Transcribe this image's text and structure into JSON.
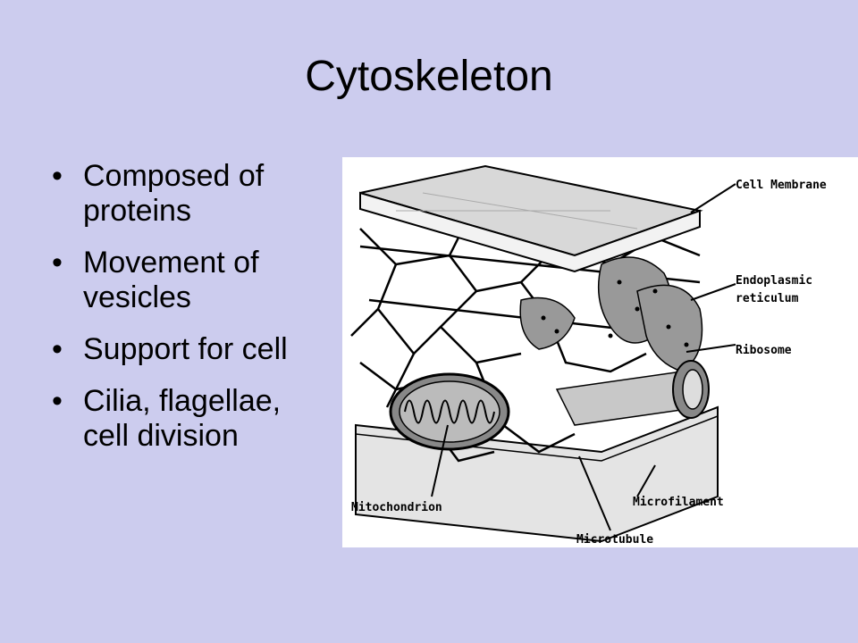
{
  "slide": {
    "title": "Cytoskeleton",
    "bullets": [
      "Composed of proteins",
      "Movement of vesicles",
      "Support for cell",
      "Cilia, flagellae, cell division"
    ]
  },
  "figure": {
    "labels": {
      "cell_membrane": "Cell Membrane",
      "endoplasmic_1": "Endoplasmic",
      "endoplasmic_2": "reticulum",
      "ribosome": "Ribosome",
      "mitochondrion": "Mitochondrion",
      "microfilament": "Microfilament",
      "microtubule": "Microtubule"
    }
  }
}
